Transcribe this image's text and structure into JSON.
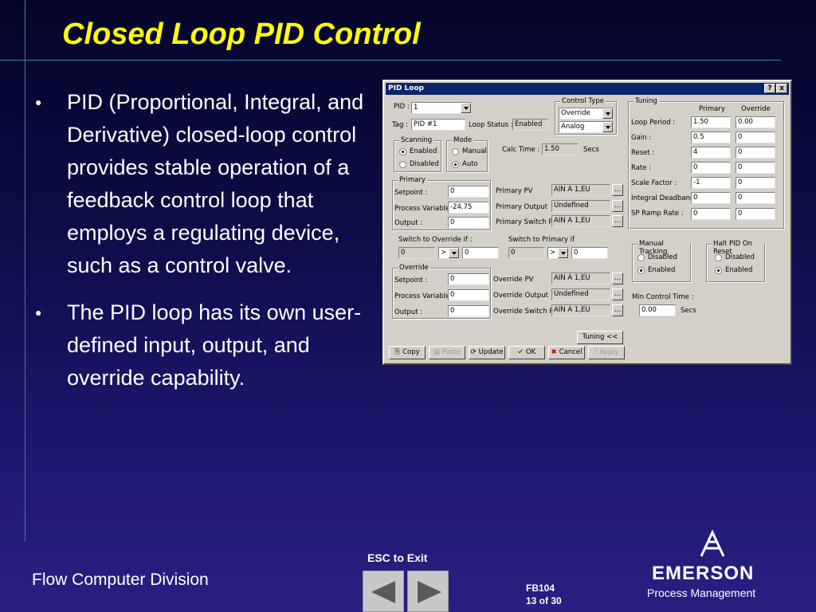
{
  "slide": {
    "title": "Closed Loop PID Control",
    "bullets": [
      "PID (Proportional, Integral, and Derivative) closed-loop control provides stable operation of a feedback control loop that employs a regulating device, such as a control valve.",
      "The PID loop has its own user-defined input, output, and override capability."
    ],
    "footer_left": "Flow Computer Division",
    "esc_text": "ESC to Exit",
    "course": "FB104",
    "page": "13 of 30",
    "logo_name": "EMERSON",
    "logo_sub": "Process Management"
  },
  "dialog": {
    "title": "PID Loop",
    "help_btn": "?",
    "close_btn": "x",
    "pid_label": "PID :",
    "pid_value": "1",
    "tag_label": "Tag :",
    "tag_value": "PID #1",
    "loop_status_label": "Loop Status :",
    "loop_status_value": "Enabled",
    "control_type": {
      "legend": "Control Type",
      "value1": "Override",
      "value2": "Analog"
    },
    "scanning": {
      "legend": "Scanning",
      "opt1": "Enabled",
      "opt2": "Disabled"
    },
    "mode": {
      "legend": "Mode",
      "opt1": "Manual",
      "opt2": "Auto"
    },
    "calc_time_label": "Calc Time :",
    "calc_time_value": "1.50",
    "calc_time_unit": "Secs",
    "primary": {
      "legend": "Primary",
      "setpoint_label": "Setpoint :",
      "setpoint_value": "0",
      "pv_label": "Process Variable :",
      "pv_value": "-24.75",
      "output_label": "Output :",
      "output_value": "0",
      "primary_pv_label": "Primary PV",
      "primary_pv_value": "AIN A 1,EU",
      "primary_output_label": "Primary Output",
      "primary_output_value": "Undefined",
      "primary_switch_label": "Primary Switch PV",
      "primary_switch_value": "AIN A 1,EU"
    },
    "switch_override_label": "Switch to Override if :",
    "switch_override": {
      "a": "0",
      "op": ">",
      "b": "0"
    },
    "switch_primary_label": "Switch to Primary if",
    "switch_primary": {
      "a": "0",
      "op": ">",
      "b": "0"
    },
    "override": {
      "legend": "Override",
      "setpoint_label": "Setpoint :",
      "setpoint_value": "0",
      "pv_label": "Process Variable :",
      "pv_value": "0",
      "output_label": "Output :",
      "output_value": "0",
      "ov_pv_label": "Override PV",
      "ov_pv_value": "AIN A 1,EU",
      "ov_output_label": "Override Output",
      "ov_output_value": "Undefined",
      "ov_switch_label": "Override Switch PV",
      "ov_switch_value": "AIN A 1,EU"
    },
    "browse": "...",
    "tuning": {
      "legend": "Tuning",
      "col_primary": "Primary",
      "col_override": "Override",
      "rows": [
        {
          "label": "Loop Period :",
          "primary": "1.50",
          "override": "0.00"
        },
        {
          "label": "Gain :",
          "primary": "0.5",
          "override": "0"
        },
        {
          "label": "Reset :",
          "primary": "4",
          "override": "0"
        },
        {
          "label": "Rate :",
          "primary": "0",
          "override": "0"
        },
        {
          "label": "Scale Factor :",
          "primary": "-1",
          "override": "0"
        },
        {
          "label": "Integral Deadband :",
          "primary": "0",
          "override": "0"
        },
        {
          "label": "SP Ramp Rate :",
          "primary": "0",
          "override": "0"
        }
      ]
    },
    "manual_tracking": {
      "legend": "Manual Tracking",
      "opt1": "Disabled",
      "opt2": "Enabled"
    },
    "halt_pid": {
      "legend": "Halt PID On Reset",
      "opt1": "Disabled",
      "opt2": "Enabled"
    },
    "min_control_label": "Min Control Time :",
    "min_control_value": "0.00",
    "min_control_unit": "Secs",
    "buttons": {
      "tuning": "Tuning <<",
      "copy": "Copy",
      "paste": "Paste",
      "update": "Update",
      "ok": "OK",
      "cancel": "Cancel",
      "apply": "Apply"
    }
  },
  "colors": {
    "title": "#ffff00",
    "titlebar": "#0a246a",
    "dialog_bg": "#d4d0c8"
  }
}
